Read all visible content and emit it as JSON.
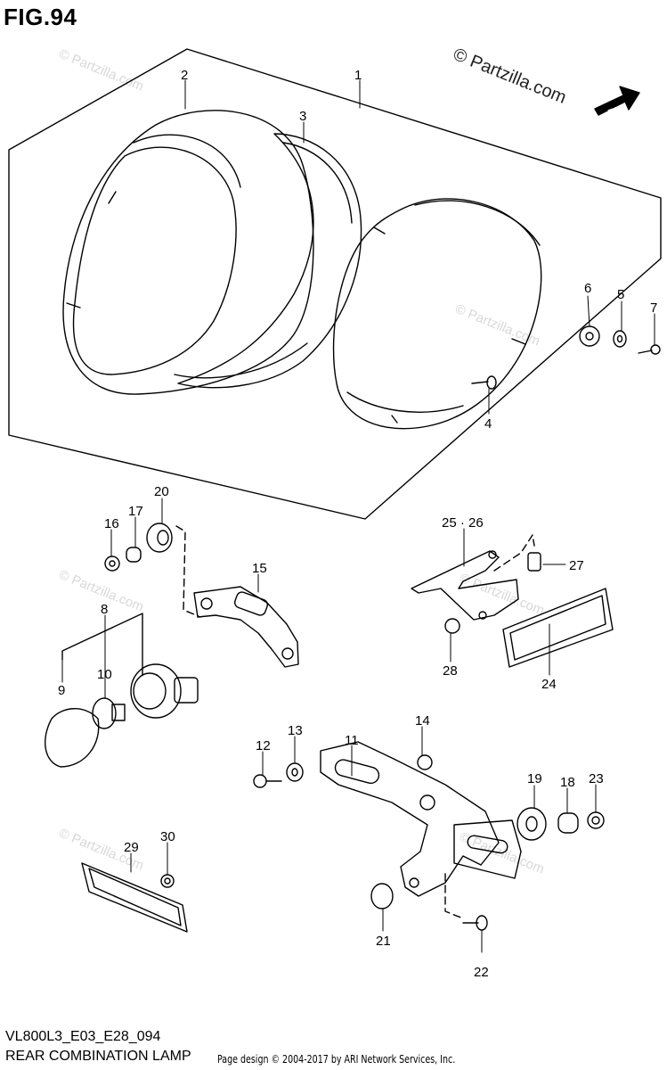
{
  "header": {
    "figure_label": "FIG.94"
  },
  "watermark": {
    "main": "© Partzilla.com",
    "faint": "© Partzilla.com"
  },
  "fwd_badge": "FWD",
  "callouts": [
    "1",
    "2",
    "3",
    "4",
    "5",
    "6",
    "7",
    "8",
    "9",
    "10",
    "11",
    "12",
    "13",
    "14",
    "15",
    "16",
    "17",
    "18",
    "19",
    "20",
    "21",
    "22",
    "23",
    "24",
    "25 · 26",
    "27",
    "28",
    "29",
    "30"
  ],
  "footer": {
    "model_code": "VL800L3_E03_E28_094",
    "caption": "REAR COMBINATION LAMP",
    "credit": "Page design © 2004-2017 by ARI Network Services, Inc."
  }
}
